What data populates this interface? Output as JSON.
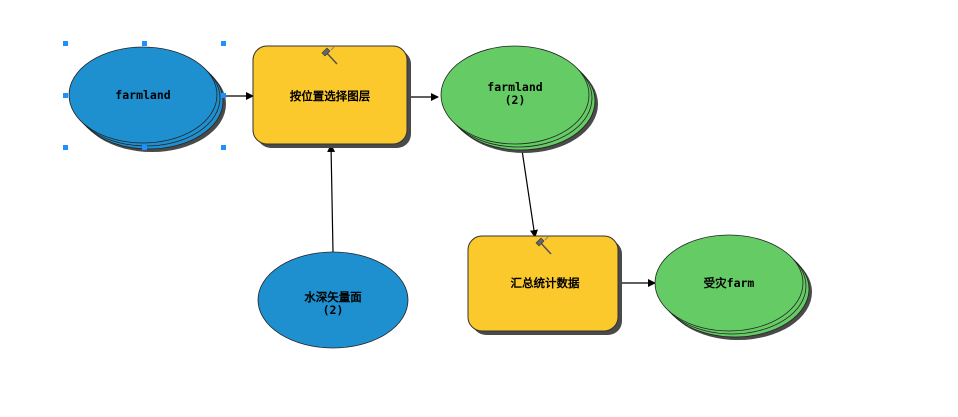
{
  "nodes": {
    "farmland_input": {
      "label": "farmland",
      "color": "#1e90d0",
      "kind": "data-variable",
      "selected": true
    },
    "select_by_location": {
      "label": "按位置选择图层",
      "color": "#fcc92d",
      "kind": "tool"
    },
    "farmland_2": {
      "label_line1": "farmland",
      "label_line2": "(2)",
      "color": "#65cc65",
      "kind": "derived-data"
    },
    "water_depth": {
      "label_line1": "水深矢量面",
      "label_line2": "(2)",
      "color": "#1e90d0",
      "kind": "data-variable"
    },
    "summary_statistics": {
      "label": "汇总统计数据",
      "color": "#fcc92d",
      "kind": "tool"
    },
    "affected_farm": {
      "label": "受灾farm",
      "color": "#65cc65",
      "kind": "derived-data"
    }
  },
  "connections": [
    {
      "from": "farmland_input",
      "to": "select_by_location"
    },
    {
      "from": "water_depth",
      "to": "select_by_location"
    },
    {
      "from": "select_by_location",
      "to": "farmland_2"
    },
    {
      "from": "farmland_2",
      "to": "summary_statistics"
    },
    {
      "from": "summary_statistics",
      "to": "affected_farm"
    }
  ],
  "colors": {
    "edge": "#000000",
    "shadow": "#4a4a4a",
    "selection_handle": "#1e90ff"
  }
}
